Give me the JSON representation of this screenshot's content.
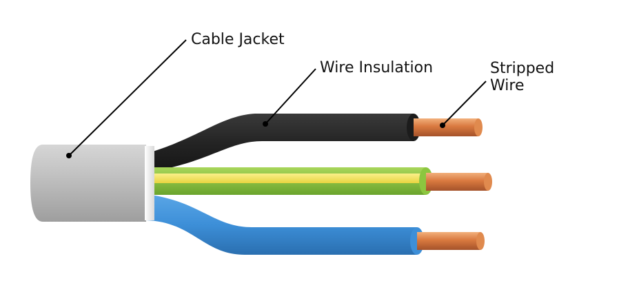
{
  "labels": {
    "cable_jacket": "Cable Jacket",
    "wire_insulation": "Wire Insulation",
    "stripped_wire_line1": "Stripped",
    "stripped_wire_line2": "Wire"
  },
  "colors": {
    "jacket": "#bdbdbd",
    "jacket_end": "#e9e9e9",
    "black_insulation": "#2b2b2b",
    "earth_green": "#8cc63f",
    "earth_yellow": "#f2e45c",
    "blue_insulation": "#3d8fd8",
    "copper": "#d9793f",
    "leader_line": "#000000"
  }
}
